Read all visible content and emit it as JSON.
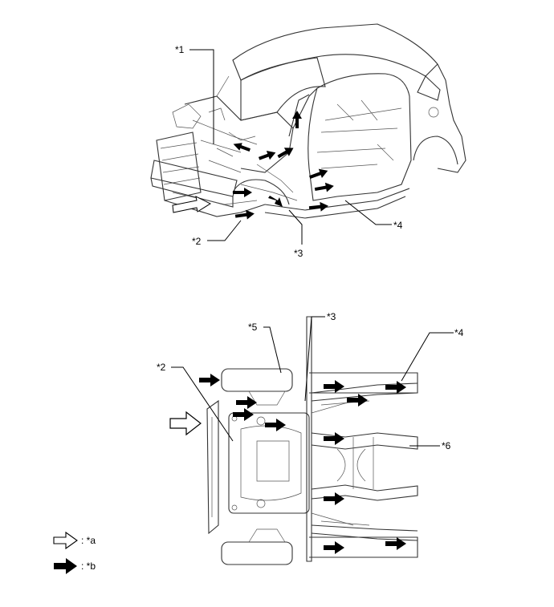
{
  "callouts": {
    "c1": "*1",
    "c2_top": "*2",
    "c3_top": "*3",
    "c4_top": "*4",
    "c2_bottom": "*2",
    "c3_bottom": "*3",
    "c4_bottom": "*4",
    "c5": "*5",
    "c6": "*6"
  },
  "legend": {
    "outline_arrow_label": ": *a",
    "solid_arrow_label": ": *b"
  },
  "icons": {
    "outline_arrow": "outline-arrow-icon",
    "solid_arrow": "solid-arrow-icon"
  },
  "colors": {
    "line": "#000000",
    "arrow_fill": "#000000",
    "background": "#ffffff"
  }
}
